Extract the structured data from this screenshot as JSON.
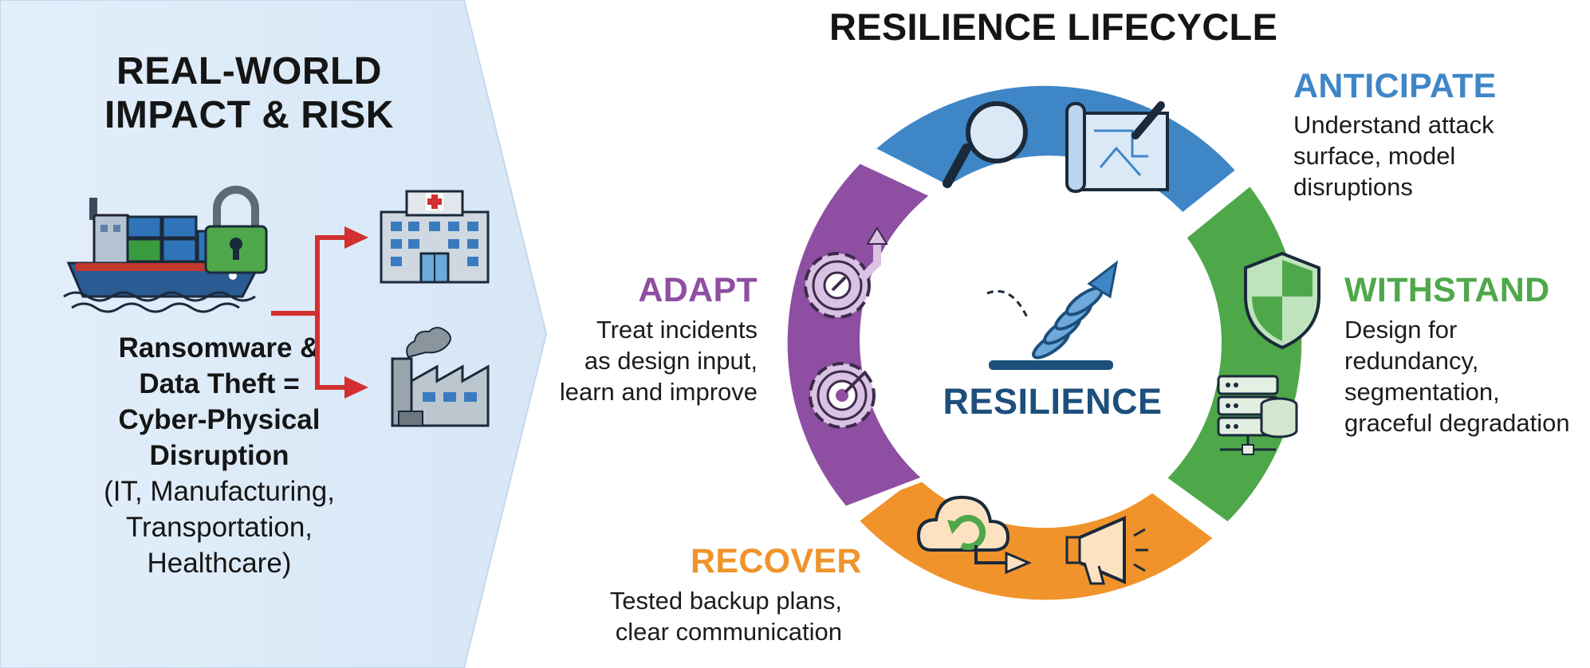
{
  "left_panel": {
    "title_line1": "REAL-WORLD",
    "title_line2": "IMPACT & RISK",
    "desc_bold_lines": [
      "Ransomware &",
      "Data Theft =",
      "Cyber-Physical",
      "Disruption"
    ],
    "desc_lines": [
      "(IT, Manufacturing,",
      "Transportation,",
      "Healthcare)"
    ]
  },
  "lifecycle": {
    "title": "RESILIENCE LIFECYCLE",
    "center_label": "RESILIENCE",
    "stages": [
      {
        "title": "ANTICIPATE",
        "color": "#3f86c7",
        "desc_lines": [
          "Understand attack",
          "surface, model",
          "disruptions"
        ]
      },
      {
        "title": "WITHSTAND",
        "color": "#4ea84a",
        "desc_lines": [
          "Design for",
          "redundancy,",
          "segmentation,",
          "graceful degradation"
        ]
      },
      {
        "title": "RECOVER",
        "color": "#f0932b",
        "desc_lines": [
          "Tested backup plans,",
          "clear communication"
        ]
      },
      {
        "title": "ADAPT",
        "color": "#8e4fa3",
        "desc_lines": [
          "Treat incidents",
          "as design input,",
          "learn and improve"
        ]
      }
    ]
  },
  "icons": {
    "left": [
      "cargo-ship-icon",
      "padlock-icon",
      "hospital-icon",
      "factory-icon",
      "arrow-split-icon"
    ],
    "anticipate": [
      "magnifier-icon",
      "blueprint-icon"
    ],
    "withstand": [
      "shield-icon",
      "server-icon"
    ],
    "recover": [
      "cloud-recover-icon",
      "megaphone-icon"
    ],
    "adapt": [
      "gear-arrow-icon",
      "gear-target-icon"
    ],
    "center": "spring-icon"
  }
}
